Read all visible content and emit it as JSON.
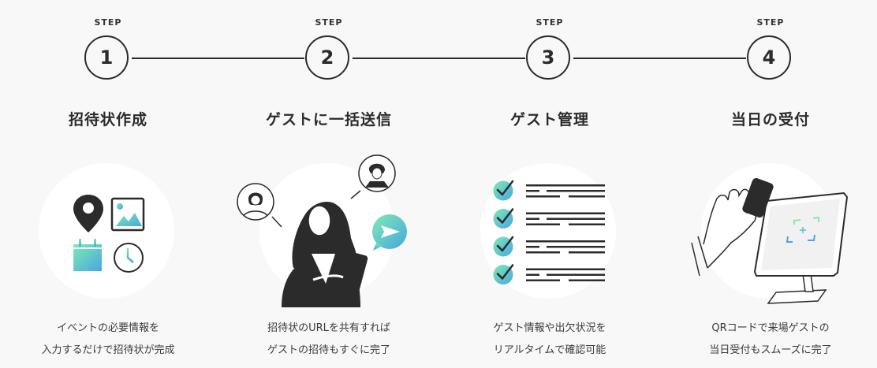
{
  "steps": [
    {
      "label": "STEP",
      "number": "1",
      "title": "招待状作成",
      "icon": "event-info-icons",
      "description_lines": [
        "イベントの必要情報を",
        "入力するだけで招待状が完成"
      ]
    },
    {
      "label": "STEP",
      "number": "2",
      "title": "ゲストに一括送信",
      "icon": "share-invite-illustration",
      "description_lines": [
        "招待状のURLを共有すれば",
        "ゲストの招待もすぐに完了"
      ]
    },
    {
      "label": "STEP",
      "number": "3",
      "title": "ゲスト管理",
      "icon": "checklist-illustration",
      "description_lines": [
        "ゲスト情報や出欠状況を",
        "リアルタイムで確認可能"
      ]
    },
    {
      "label": "STEP",
      "number": "4",
      "title": "当日の受付",
      "icon": "qr-reception-illustration",
      "description_lines": [
        "QRコードで来場ゲストの",
        "当日受付もスムーズに完了"
      ]
    }
  ],
  "colors": {
    "ink": "#2b2b2b",
    "gradient_start": "#7de8b0",
    "gradient_end": "#4aa8e0",
    "background": "#f8f8f8"
  }
}
